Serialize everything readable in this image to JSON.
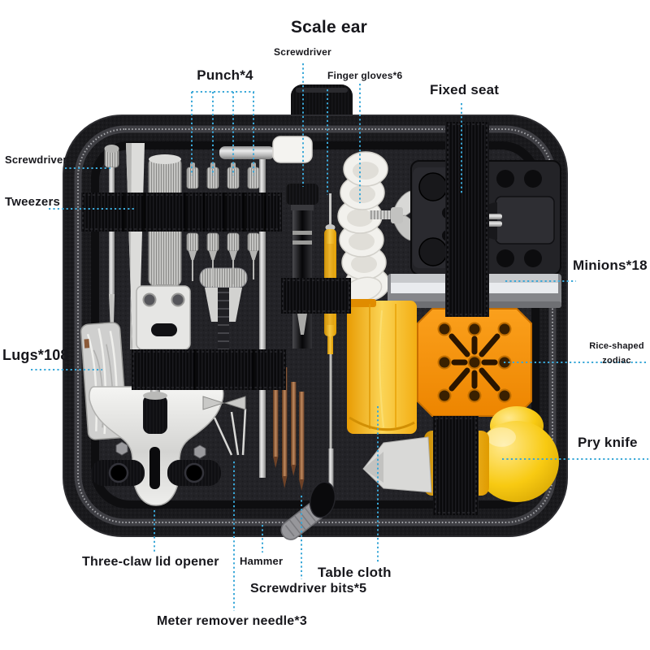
{
  "annotation": {
    "leader_line_color": "#3aa8d8",
    "label_text_color": "#17171c"
  },
  "labels": {
    "scale_ear": "Scale ear",
    "screwdriver_top": "Screwdriver",
    "punch": "Punch*4",
    "finger_gloves": "Finger gloves*6",
    "fixed_seat": "Fixed seat",
    "screwdriver_left": "Screwdriver",
    "tweezers": "Tweezers",
    "minions": "Minions*18",
    "lugs": "Lugs*108",
    "rice_zodiac": {
      "line1": "Rice-shaped",
      "line2": "zodiac"
    },
    "pry_knife": "Pry knife",
    "three_claw": "Three-claw lid opener",
    "hammer": "Hammer",
    "table_cloth": "Table cloth",
    "screwdriver_bits": "Screwdriver bits*5",
    "meter_needle": "Meter remover needle*3"
  },
  "photo": {
    "subject": "Open black zippered watch repair tool kit case with tools held by elastic straps",
    "colors": {
      "background": "#ffffff",
      "case": "#1a1a1d",
      "strap": "#0b0b0d",
      "metal": "#c9c9c7",
      "gold_tool": "#f0b11c",
      "orange_holder": "#f18f00",
      "yellow_ball": "#f8ca12",
      "cloth_yellow": "#f5b92a",
      "copper_bits": "#8a5a38",
      "finger_cots": "#f2f1ed"
    }
  }
}
